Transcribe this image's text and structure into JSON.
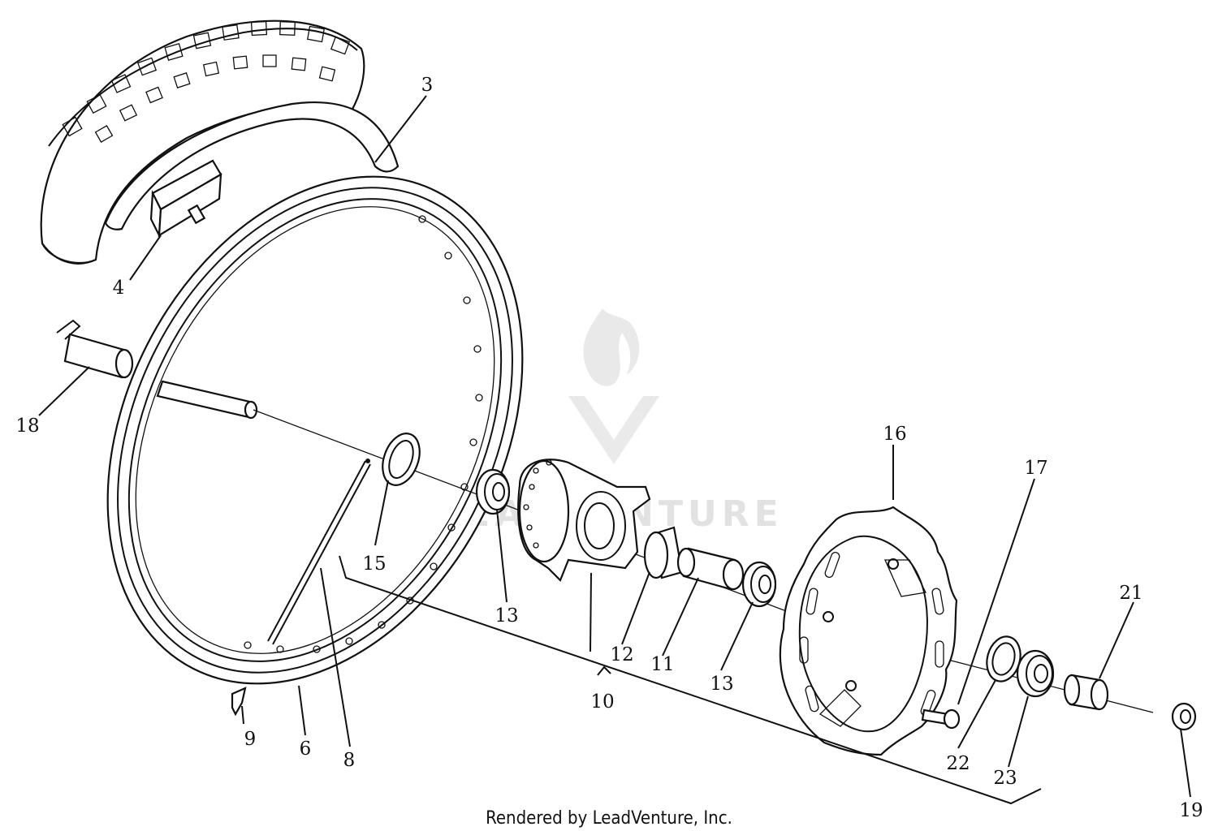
{
  "watermark": {
    "text": "LEADVENTURE",
    "icon": "flame-v-logo"
  },
  "footer": {
    "text": "Rendered by LeadVenture, Inc."
  },
  "callouts": [
    {
      "id": "c3",
      "text": "3"
    },
    {
      "id": "c4",
      "text": "4"
    },
    {
      "id": "c18",
      "text": "18"
    },
    {
      "id": "c15",
      "text": "15"
    },
    {
      "id": "c13a",
      "text": "13"
    },
    {
      "id": "c16",
      "text": "16"
    },
    {
      "id": "c17",
      "text": "17"
    },
    {
      "id": "c21",
      "text": "21"
    },
    {
      "id": "c12",
      "text": "12"
    },
    {
      "id": "c11",
      "text": "11"
    },
    {
      "id": "c13b",
      "text": "13"
    },
    {
      "id": "c10",
      "text": "10"
    },
    {
      "id": "c9",
      "text": "9"
    },
    {
      "id": "c6",
      "text": "6"
    },
    {
      "id": "c8",
      "text": "8"
    },
    {
      "id": "c22",
      "text": "22"
    },
    {
      "id": "c23",
      "text": "23"
    },
    {
      "id": "c19",
      "text": "19"
    }
  ]
}
